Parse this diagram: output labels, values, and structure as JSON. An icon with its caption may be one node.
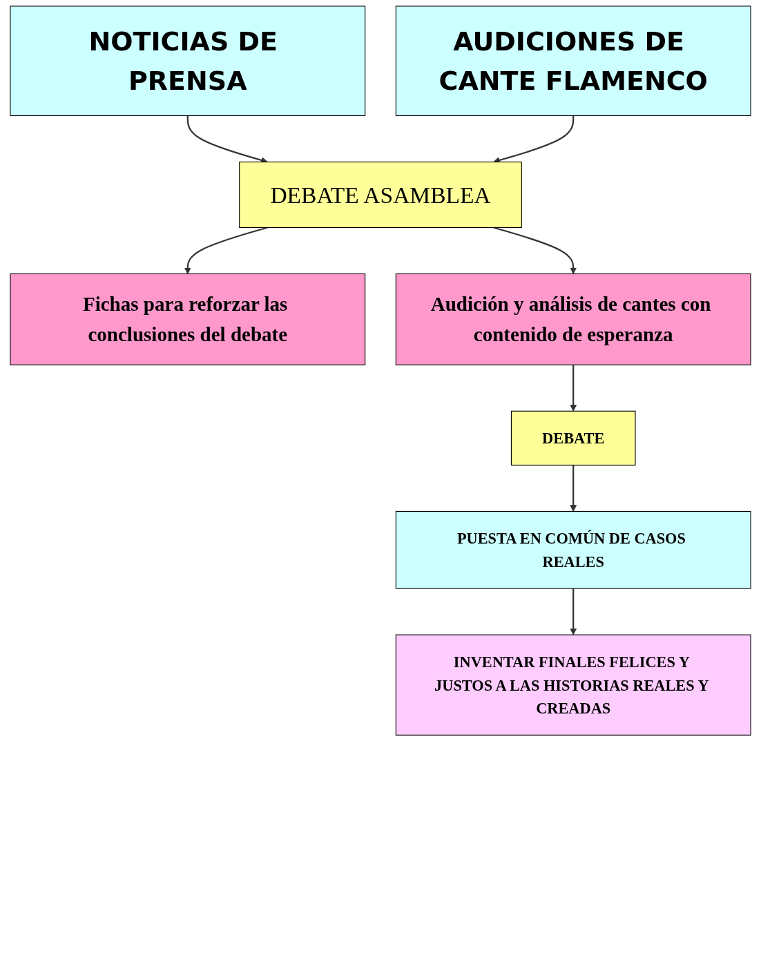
{
  "diagram": {
    "nodes": [
      {
        "text": [
          "NOTICIAS DE PRENSA"
        ]
      },
      {
        "text": [
          "AUDICIONES DE CANTE FLAMENCO"
        ]
      },
      {
        "text": [
          "DEBATE ASAMBLEA"
        ]
      },
      {
        "text": [
          "Fichas para reforzar las conclusiones del debate"
        ]
      },
      {
        "text": [
          "Audición y análisis de cantes con contenido de esperanza"
        ]
      },
      {
        "text": [
          "DEBATE"
        ]
      },
      {
        "text": [
          "PUESTA EN COMÚN DE CASOS REALES"
        ]
      },
      {
        "text": [
          "INVENTAR FINALES FELICES Y JUSTOS A LAS HISTORIAS REALES Y CREADAS"
        ]
      }
    ],
    "edges": [
      {
        "from": 0,
        "to": 2,
        "arrow": "to"
      },
      {
        "from": 1,
        "to": 2,
        "arrow": "to"
      },
      {
        "from": 2,
        "to": 3,
        "arrow": "to"
      },
      {
        "from": 2,
        "to": 4,
        "arrow": "to"
      },
      {
        "from": 4,
        "to": 5,
        "arrow": "to"
      },
      {
        "from": 5,
        "to": 6,
        "arrow": "to"
      },
      {
        "from": 6,
        "to": 7,
        "arrow": "to"
      }
    ]
  }
}
